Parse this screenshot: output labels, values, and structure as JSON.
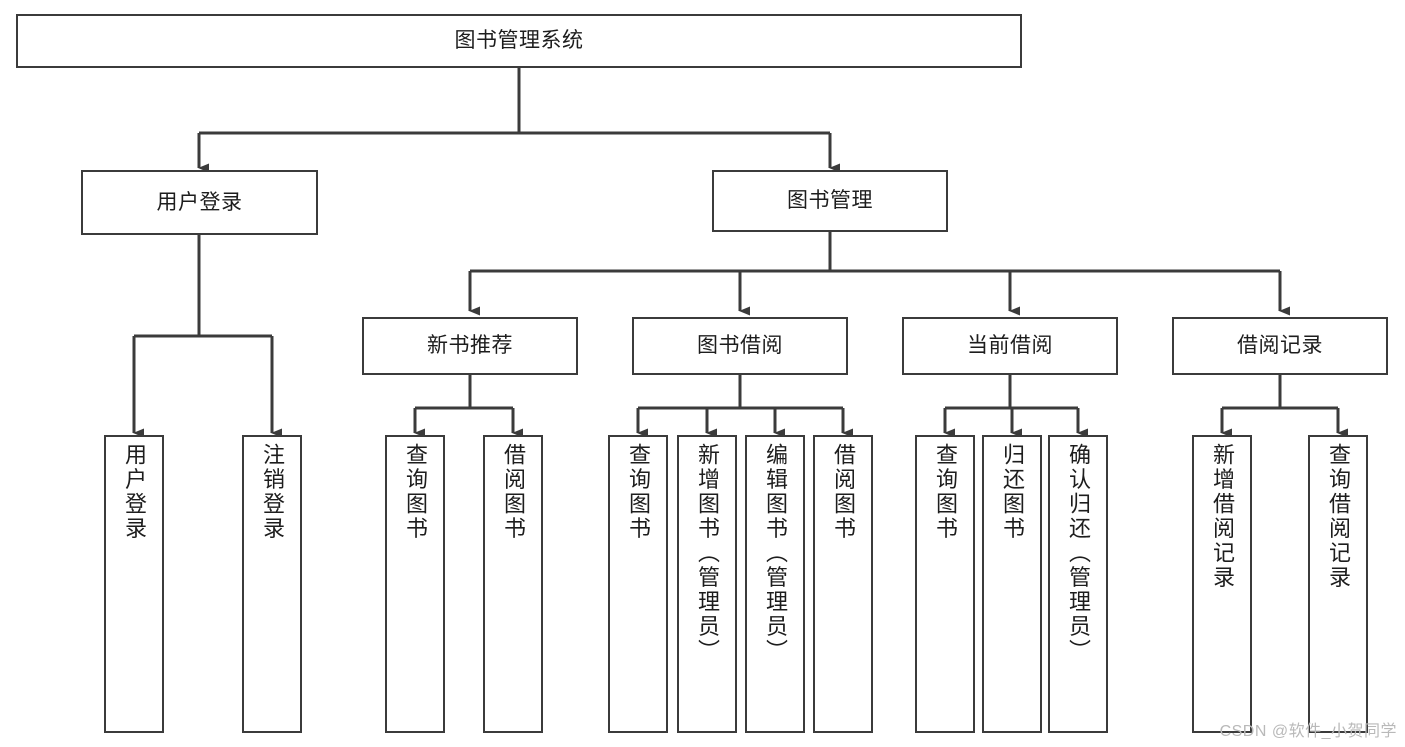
{
  "diagram": {
    "title": "图书管理系统",
    "type": "tree",
    "background_color": "#ffffff",
    "line_color": "#3b3b3b",
    "text_color": "#1d1d1d"
  },
  "watermark": {
    "text": "CSDN @软件_小贺同学",
    "color": "#b9b9b9"
  },
  "nodes": {
    "root": {
      "label": "图书管理系统"
    },
    "level2": [
      {
        "id": "user-login",
        "label": "用户登录"
      },
      {
        "id": "book-manage",
        "label": "图书管理"
      }
    ],
    "level3": [
      {
        "id": "new-book-recommend",
        "label": "新书推荐"
      },
      {
        "id": "book-borrow",
        "label": "图书借阅"
      },
      {
        "id": "current-borrow",
        "label": "当前借阅"
      },
      {
        "id": "borrow-record",
        "label": "借阅记录"
      }
    ],
    "leaves": {
      "user_login": [
        {
          "id": "leaf-user-login",
          "label": "用户登录"
        },
        {
          "id": "leaf-logout-login",
          "label": "注销登录"
        }
      ],
      "new_book_recommend": [
        {
          "id": "leaf-query-book-1",
          "label": "查询图书"
        },
        {
          "id": "leaf-borrow-book-1",
          "label": "借阅图书"
        }
      ],
      "book_borrow": [
        {
          "id": "leaf-query-book-2",
          "label": "查询图书"
        },
        {
          "id": "leaf-add-book",
          "label": "新增图书（管理员）"
        },
        {
          "id": "leaf-edit-book",
          "label": "编辑图书（管理员）"
        },
        {
          "id": "leaf-borrow-book-2",
          "label": "借阅图书"
        }
      ],
      "current_borrow": [
        {
          "id": "leaf-query-book-3",
          "label": "查询图书"
        },
        {
          "id": "leaf-return-book",
          "label": "归还图书"
        },
        {
          "id": "leaf-confirm-return",
          "label": "确认归还（管理员）"
        }
      ],
      "borrow_record": [
        {
          "id": "leaf-add-record",
          "label": "新增借阅记录"
        },
        {
          "id": "leaf-query-record",
          "label": "查询借阅记录"
        }
      ]
    }
  }
}
